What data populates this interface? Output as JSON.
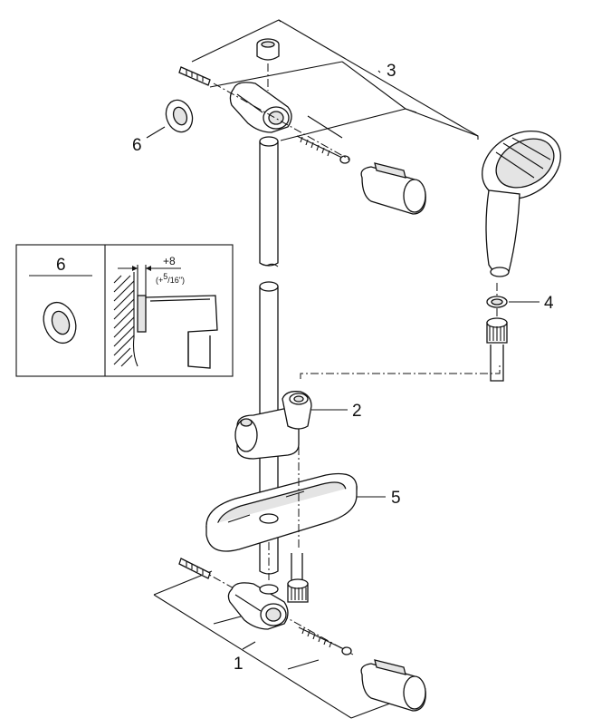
{
  "callouts": {
    "c1": "1",
    "c2": "2",
    "c3": "3",
    "c4": "4",
    "c5": "5",
    "c6": "6"
  },
  "detail_box": {
    "part_number": "6",
    "dimension_mm": "+8",
    "dimension_inch_prefix": "(+",
    "dimension_inch_num": "5",
    "dimension_inch_sep": "/",
    "dimension_inch_den": "16",
    "dimension_inch_suffix": "\")"
  }
}
